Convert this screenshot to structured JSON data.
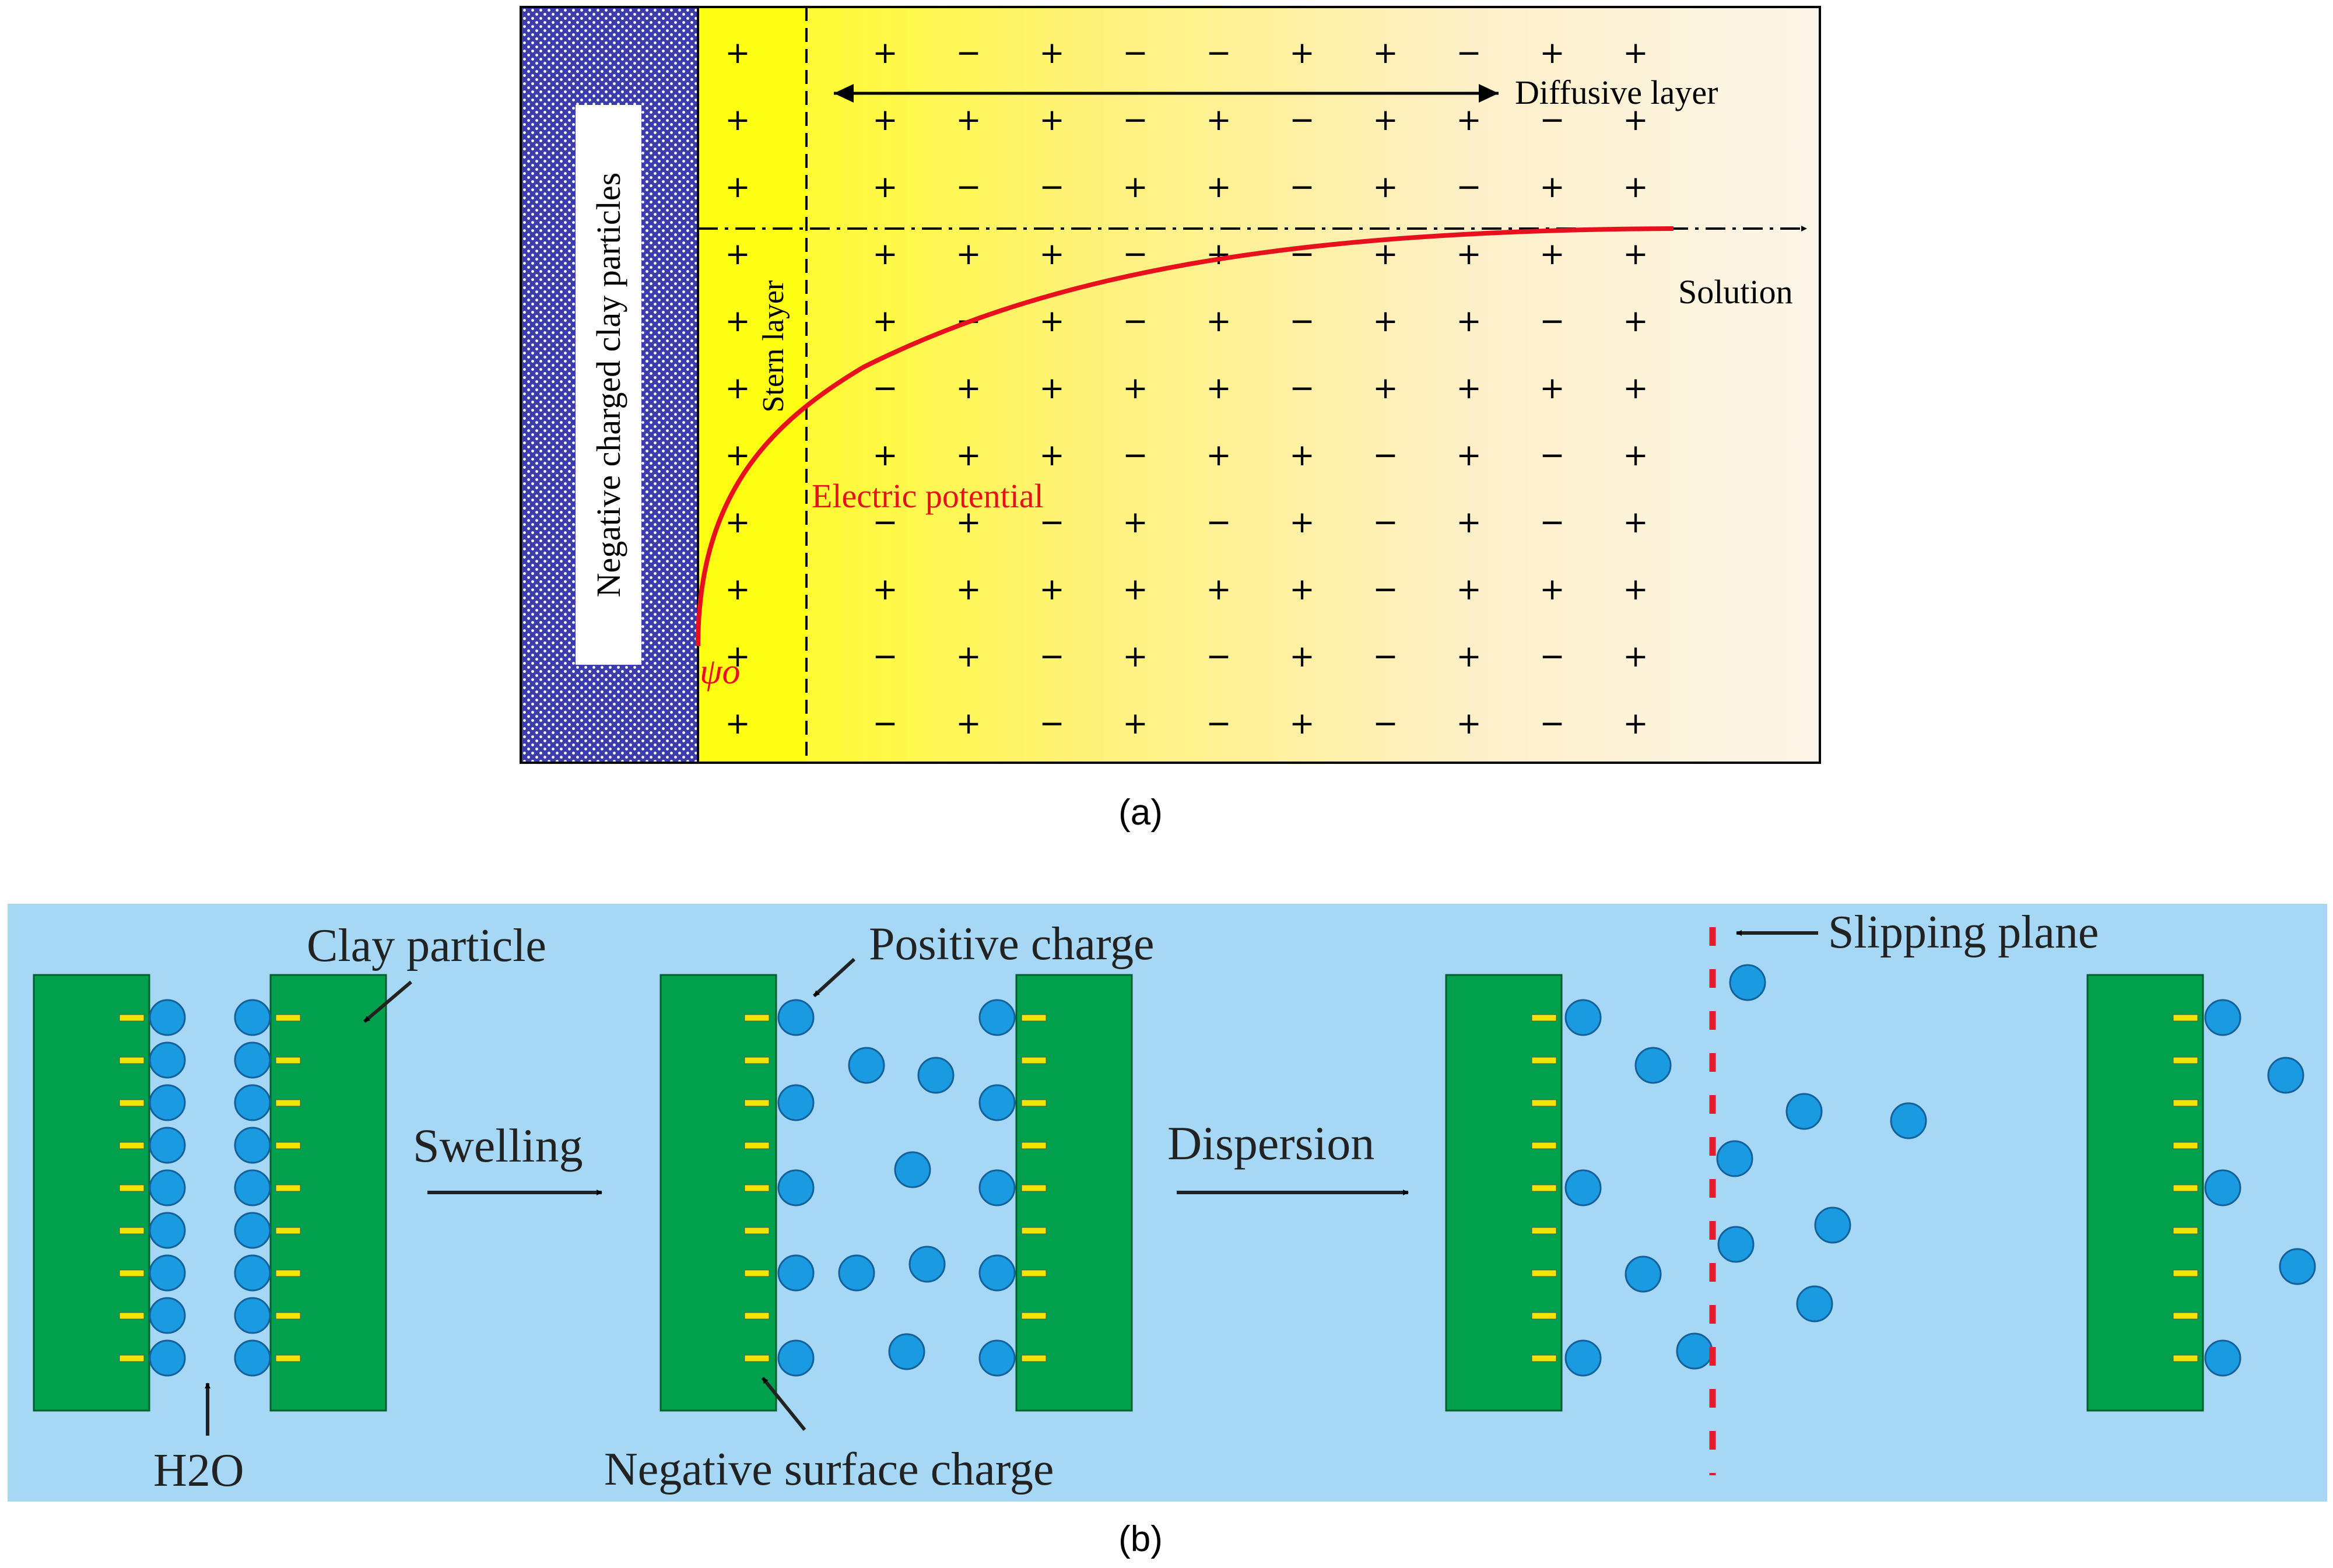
{
  "panel_a": {
    "wall_label": "Negative charged clay particles",
    "stern_label": "Stern layer",
    "diffusive_label": "Diffusive layer",
    "solution_label": "Solution",
    "potential_label": "Electric potential",
    "psi_label": "ψo",
    "caption": "(a)",
    "charge_rows": [
      "++-+--++-++++",
      "++++-+-++-++-+",
      "++--++-+-++",
      "++++-+-+++++",
      "++-+-+-++-++",
      "+-++++-+++++",
      "++++-++-+-+",
      "+-+-+-+-+-+",
      "+++++++-+++",
      "+-+-+-+-+-+",
      "+-+-+-+-+-+"
    ],
    "colors": {
      "wall": "#3c3caa",
      "stern": "#ffff00",
      "curve": "#e8101c",
      "potential_text": "#e8101c"
    }
  },
  "panel_b": {
    "clay_label": "Clay particle",
    "positive_label": "Positive charge",
    "negative_label": "Negative surface charge",
    "water_label": "H2O",
    "swelling_label": "Swelling",
    "dispersion_label": "Dispersion",
    "slipping_label": "Slipping plane",
    "caption": "(b)",
    "colors": {
      "background": "#a6d8f5",
      "clay": "#00a04c",
      "ion": "#1a9ae0",
      "negative_mark": "#f2e600",
      "slip": "#e31b2c"
    }
  }
}
